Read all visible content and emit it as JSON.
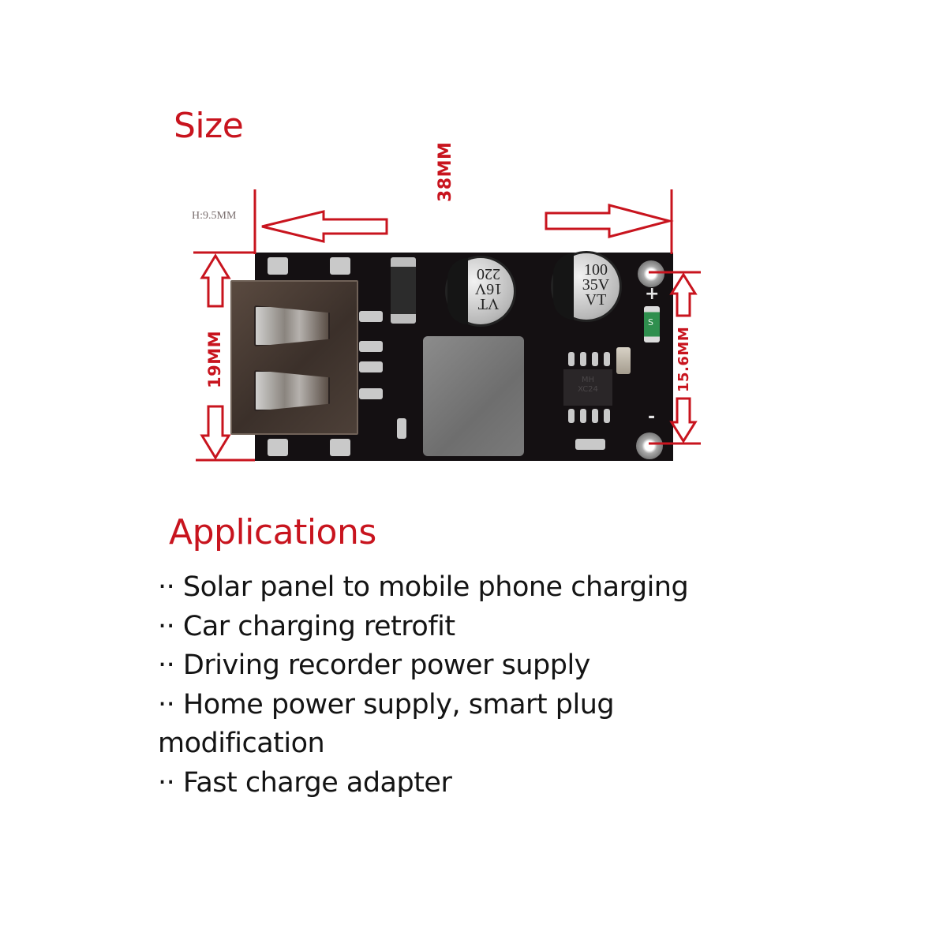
{
  "sections": {
    "size_heading": "Size",
    "applications_heading": "Applications"
  },
  "dimensions": {
    "height_label": "H:9.5MM",
    "length_label": "38MM",
    "width_label": "19MM",
    "terminal_spacing_label": "15.6MM"
  },
  "board": {
    "capacitor_1": {
      "line1": "220",
      "line2": "16V",
      "line3": "VT"
    },
    "capacitor_2": {
      "line1": "100",
      "line2": "35V",
      "line3": "VT"
    },
    "ic_marking": {
      "line1": "MH",
      "line2": "XC24"
    },
    "plus_label": "+",
    "minus_label": "-",
    "fuse_label": "S"
  },
  "applications": {
    "bullet": "··",
    "items": [
      {
        "text": "Solar panel to mobile phone charging"
      },
      {
        "text": "Car charging retrofit"
      },
      {
        "text": "Driving recorder power supply"
      },
      {
        "text": "Home power supply, smart plug modification"
      },
      {
        "text": "Fast charge adapter"
      }
    ]
  },
  "colors": {
    "accent_red": "#c8141e",
    "text": "#141414",
    "pcb": "#141012"
  }
}
